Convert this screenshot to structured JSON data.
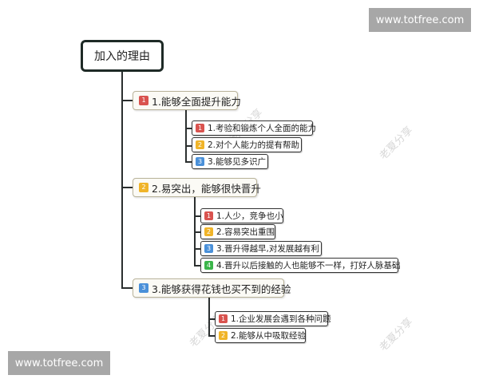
{
  "watermarks": {
    "top_right": "www.totfree.com",
    "bottom_left": "www.totfree.com",
    "diagonal": "老夏分享"
  },
  "badge_colors": {
    "1": "#d9534f",
    "2": "#f0b429",
    "3": "#4a90d9",
    "4": "#3bb54a"
  },
  "mindmap": {
    "root": "加入的理由",
    "topics": [
      {
        "badge": "1",
        "label": "1.能够全面提升能力",
        "children": [
          {
            "badge": "1",
            "label": "1.考验和锻炼个人全面的能力"
          },
          {
            "badge": "2",
            "label": "2.对个人能力的提有帮助"
          },
          {
            "badge": "3",
            "label": "3.能够见多识广"
          }
        ]
      },
      {
        "badge": "2",
        "label": "2.易突出，能够很快晋升",
        "children": [
          {
            "badge": "1",
            "label": "1.人少，竞争也小"
          },
          {
            "badge": "2",
            "label": "2.容易突出重围"
          },
          {
            "badge": "3",
            "label": "3.晋升得越早,对发展越有利"
          },
          {
            "badge": "4",
            "label": "4.晋升以后接触的人也能够不一样，打好人脉基础"
          }
        ]
      },
      {
        "badge": "3",
        "label": "3.能够获得花钱也买不到的经验",
        "children": [
          {
            "badge": "1",
            "label": "1.企业发展会遇到各种问题"
          },
          {
            "badge": "2",
            "label": "2.能够从中吸取经验"
          }
        ]
      }
    ]
  }
}
